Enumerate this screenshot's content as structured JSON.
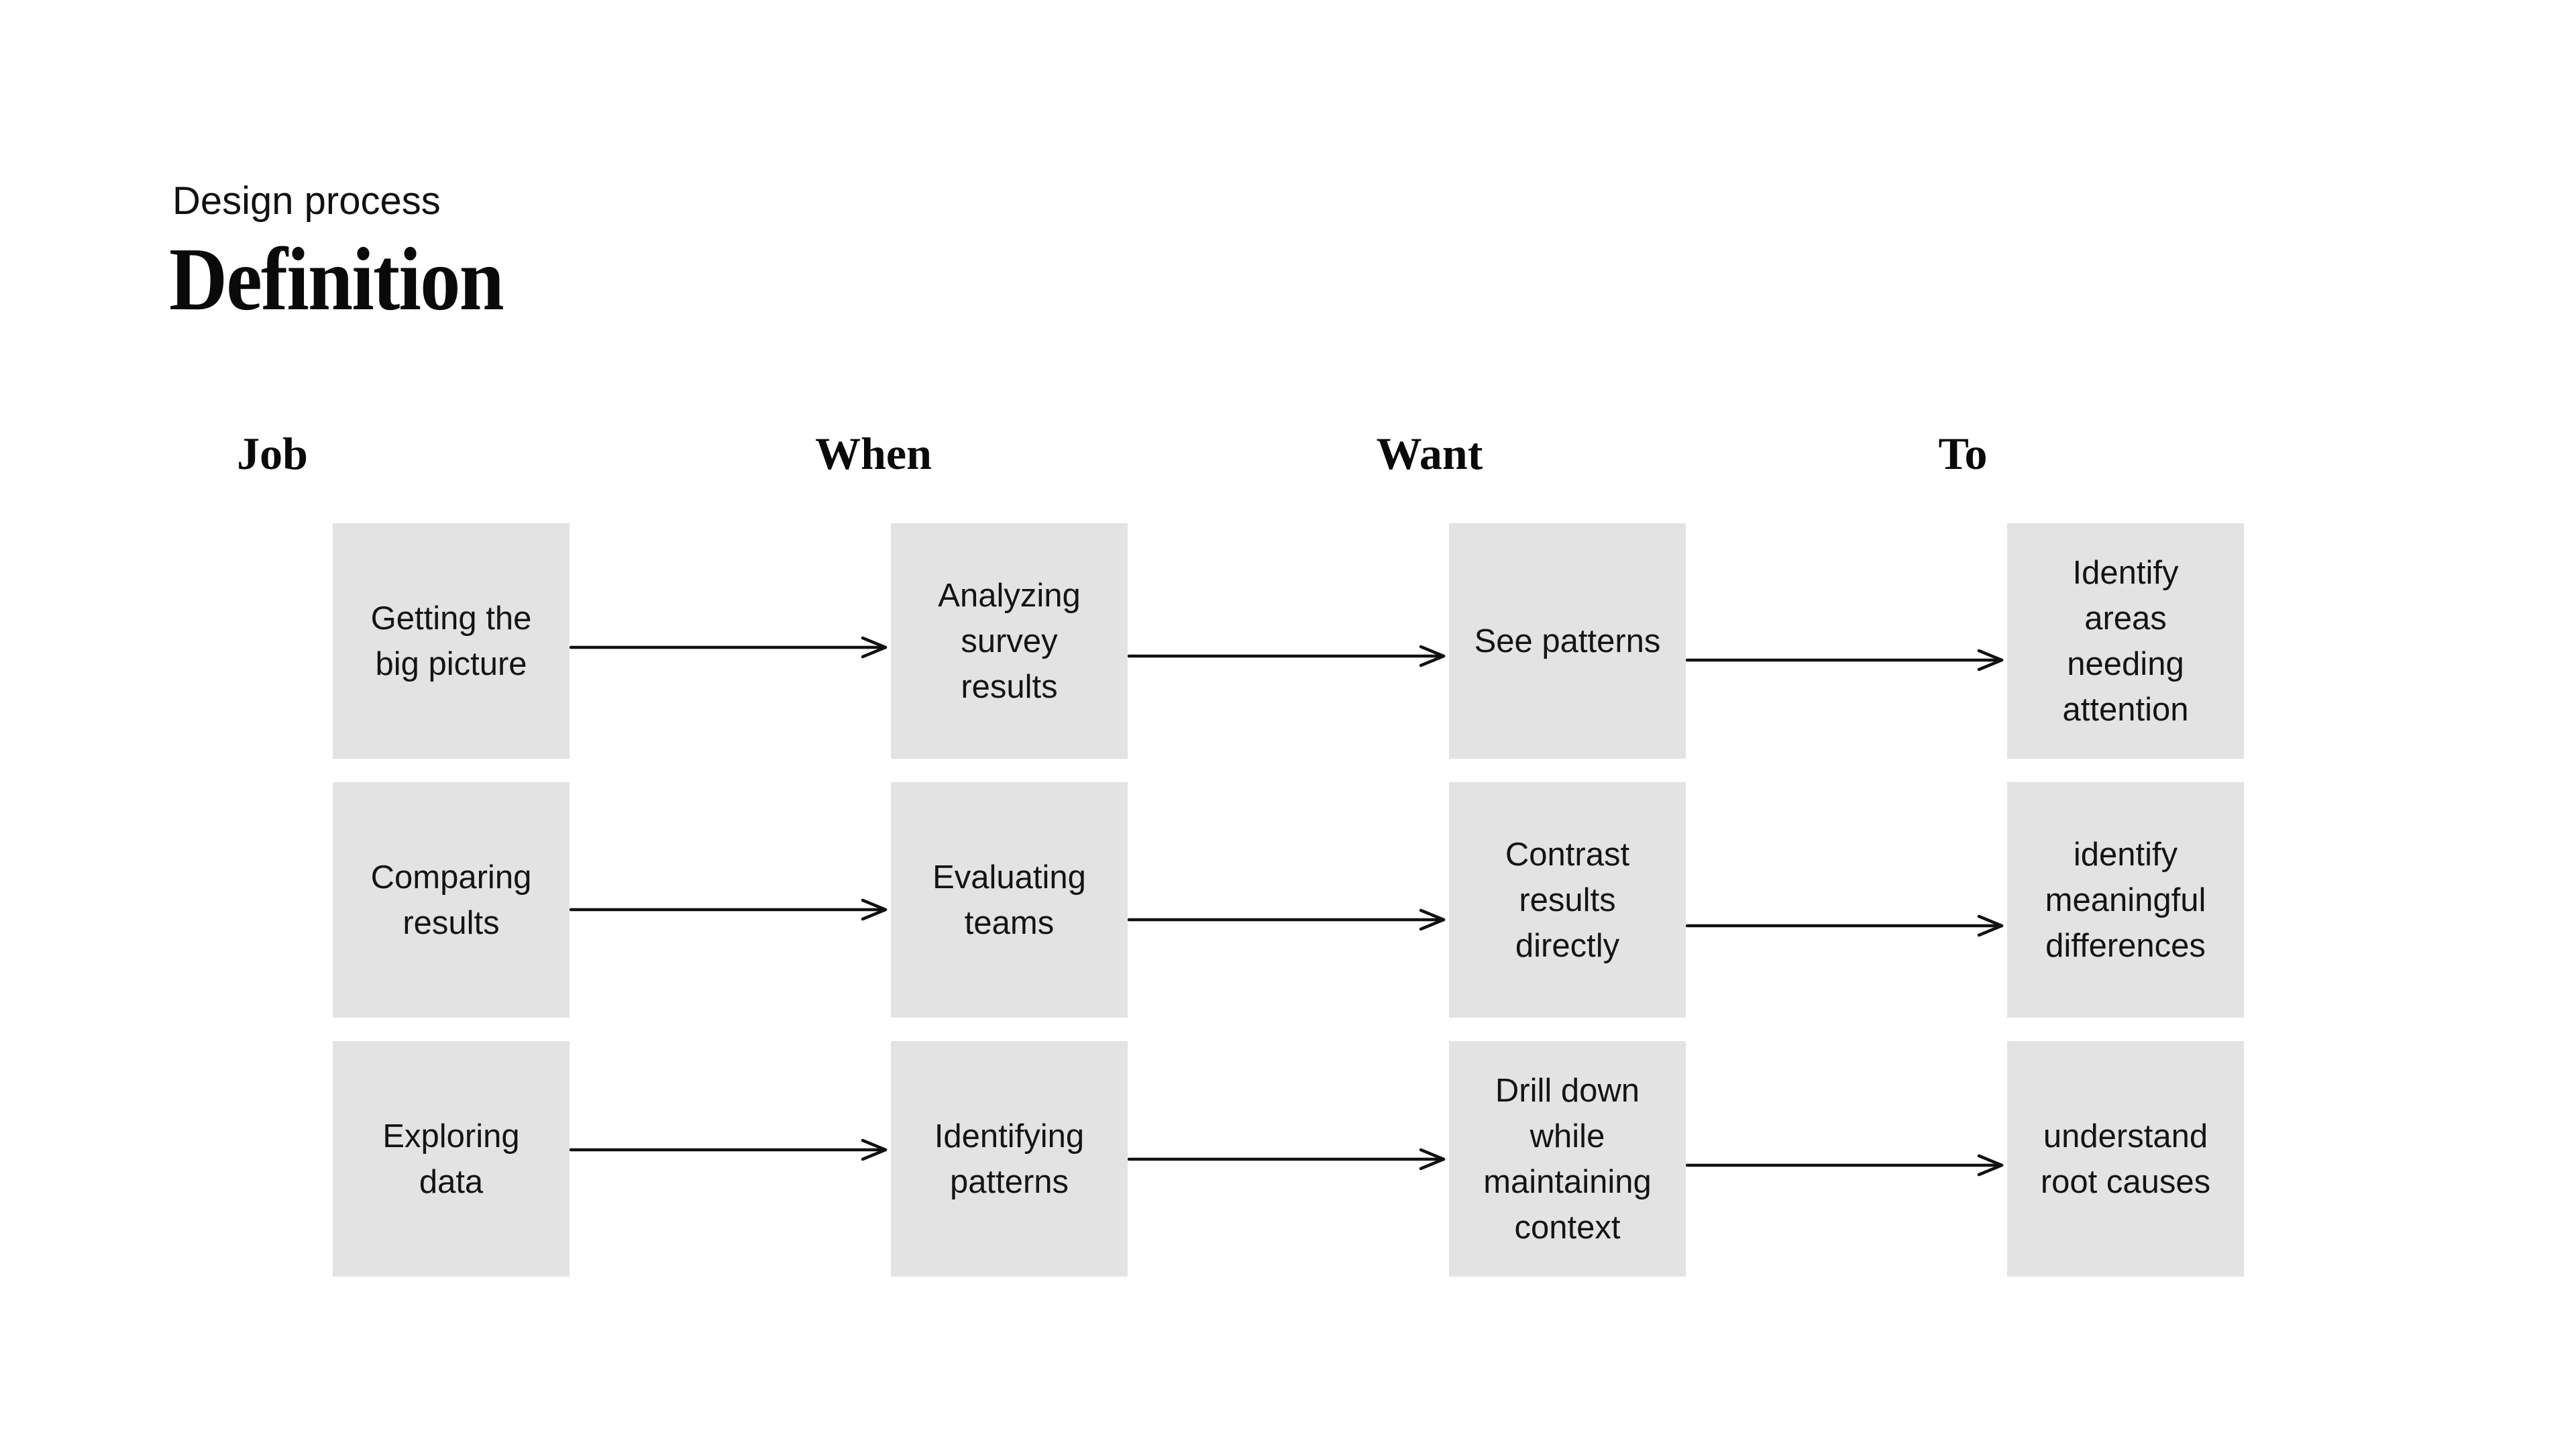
{
  "page": {
    "kicker": "Design process",
    "title": "Definition"
  },
  "columns": [
    {
      "label": "Job"
    },
    {
      "label": "When"
    },
    {
      "label": "Want"
    },
    {
      "label": "To"
    }
  ],
  "rows": [
    {
      "cells": [
        "Getting the\nbig picture",
        "Analyzing\nsurvey\nresults",
        "See patterns",
        "Identify\nareas\nneeding\nattention"
      ]
    },
    {
      "cells": [
        "Comparing\nresults",
        "Evaluating\nteams",
        "Contrast\nresults\ndirectly",
        "identify\nmeaningful\ndifferences"
      ]
    },
    {
      "cells": [
        "Exploring\ndata",
        "Identifying\npatterns",
        "Drill down\nwhile\nmaintaining\ncontext",
        "understand\nroot causes"
      ]
    }
  ],
  "colors": {
    "background": "#ffffff",
    "box_bg": "#e3e3e3",
    "text": "#141414",
    "arrow": "#111111"
  }
}
